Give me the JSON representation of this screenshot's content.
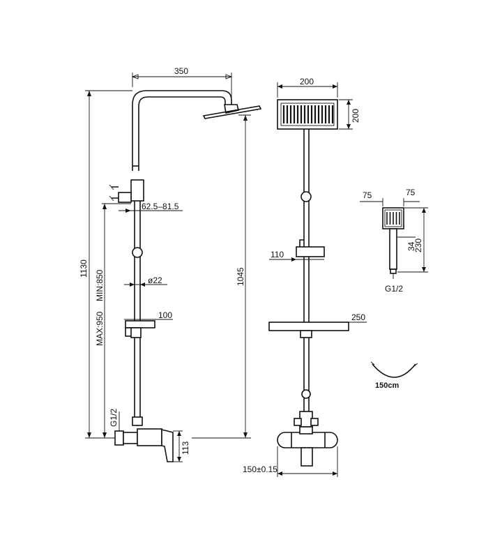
{
  "dimensions": {
    "arm_length": "350",
    "total_height": "1130",
    "slide_range_max": "MAX:950",
    "slide_range_min": "MIN:850",
    "wall_bracket_range": "62.5–81.5",
    "pipe_diameter": "ø22",
    "holder_width_side": "100",
    "inlet_side": "G1/2",
    "mixer_height": "113",
    "riser_height": "1045",
    "head_width": "200",
    "head_depth": "200",
    "holder_width_front": "110",
    "shelf_width": "250",
    "center_distance": "150±0.15",
    "hand_head_width": "75",
    "hand_head_depth": "75",
    "hand_length": "230",
    "hand_handle": "34",
    "hand_inlet": "G1/2",
    "hose_length": "150cm"
  }
}
